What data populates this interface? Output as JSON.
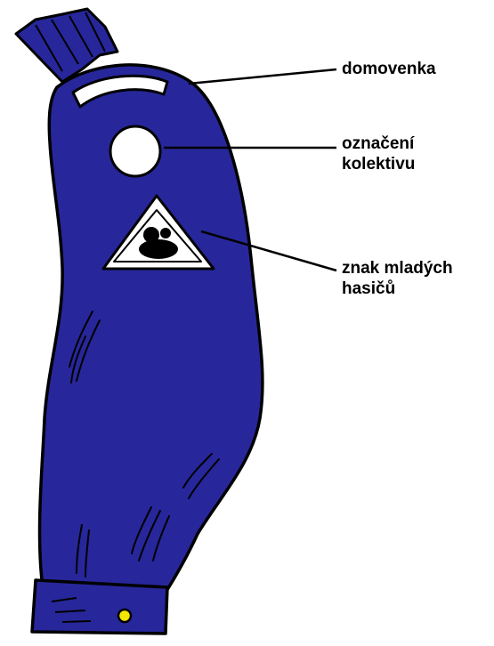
{
  "labels": {
    "domovenka": "domovenka",
    "oznaceni_line1": "označení",
    "oznaceni_line2": "kolektivu",
    "znak_line1": "znak mladých",
    "znak_line2": "hasičů"
  },
  "colors": {
    "sleeve": "#27279b",
    "outline": "#000000",
    "patch_fill": "#ffffff",
    "button": "#f3e600",
    "leader_line": "#000000"
  },
  "icons": {
    "badge": "triangle-fire-youth-badge",
    "button": "round-button-icon"
  }
}
